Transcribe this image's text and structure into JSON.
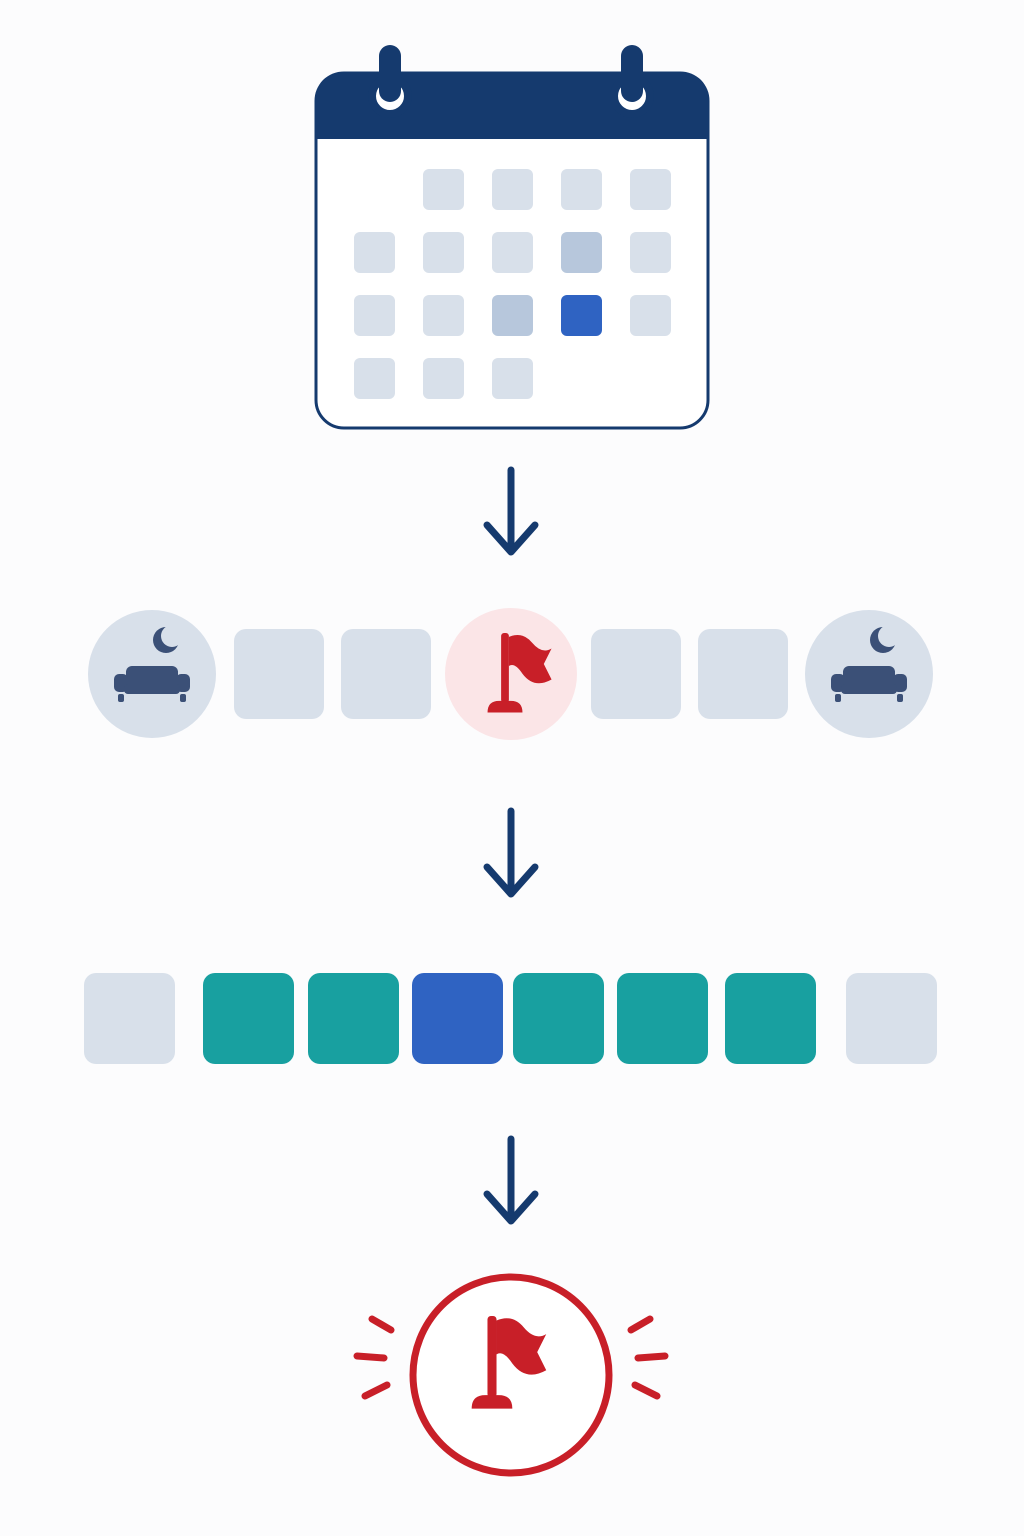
{
  "colors": {
    "background": "#fcfcfd",
    "navy": "#153a6e",
    "neutral_tile": "#d8e0ea",
    "muted_tile": "#b7c7dc",
    "highlight_blue": "#2f63c2",
    "teal": "#18a0a0",
    "alert_red": "#c81f28",
    "soft_red": "#fbe5e7",
    "rest_icon": "#3b5077"
  },
  "calendar": {
    "icon": "calendar-icon",
    "rows": [
      [
        "empty",
        "neutral",
        "neutral",
        "neutral",
        "neutral"
      ],
      [
        "neutral",
        "neutral",
        "neutral",
        "muted",
        "neutral"
      ],
      [
        "neutral",
        "neutral",
        "muted",
        "selected",
        "neutral"
      ],
      [
        "neutral",
        "neutral",
        "neutral",
        "empty",
        "empty"
      ]
    ]
  },
  "week_row": {
    "items": [
      {
        "kind": "rest",
        "icon": "sofa-moon-icon"
      },
      {
        "kind": "day",
        "state": "neutral"
      },
      {
        "kind": "day",
        "state": "neutral"
      },
      {
        "kind": "event",
        "icon": "flag-icon"
      },
      {
        "kind": "day",
        "state": "neutral"
      },
      {
        "kind": "day",
        "state": "neutral"
      },
      {
        "kind": "rest",
        "icon": "sofa-moon-icon"
      }
    ]
  },
  "streak_row": {
    "items": [
      "neutral",
      "teal",
      "teal",
      "blue",
      "teal",
      "teal",
      "teal",
      "neutral"
    ]
  },
  "result": {
    "icon": "flag-icon",
    "emphasis": "burst"
  },
  "arrows": {
    "count": 3,
    "icon": "arrow-down-icon"
  }
}
